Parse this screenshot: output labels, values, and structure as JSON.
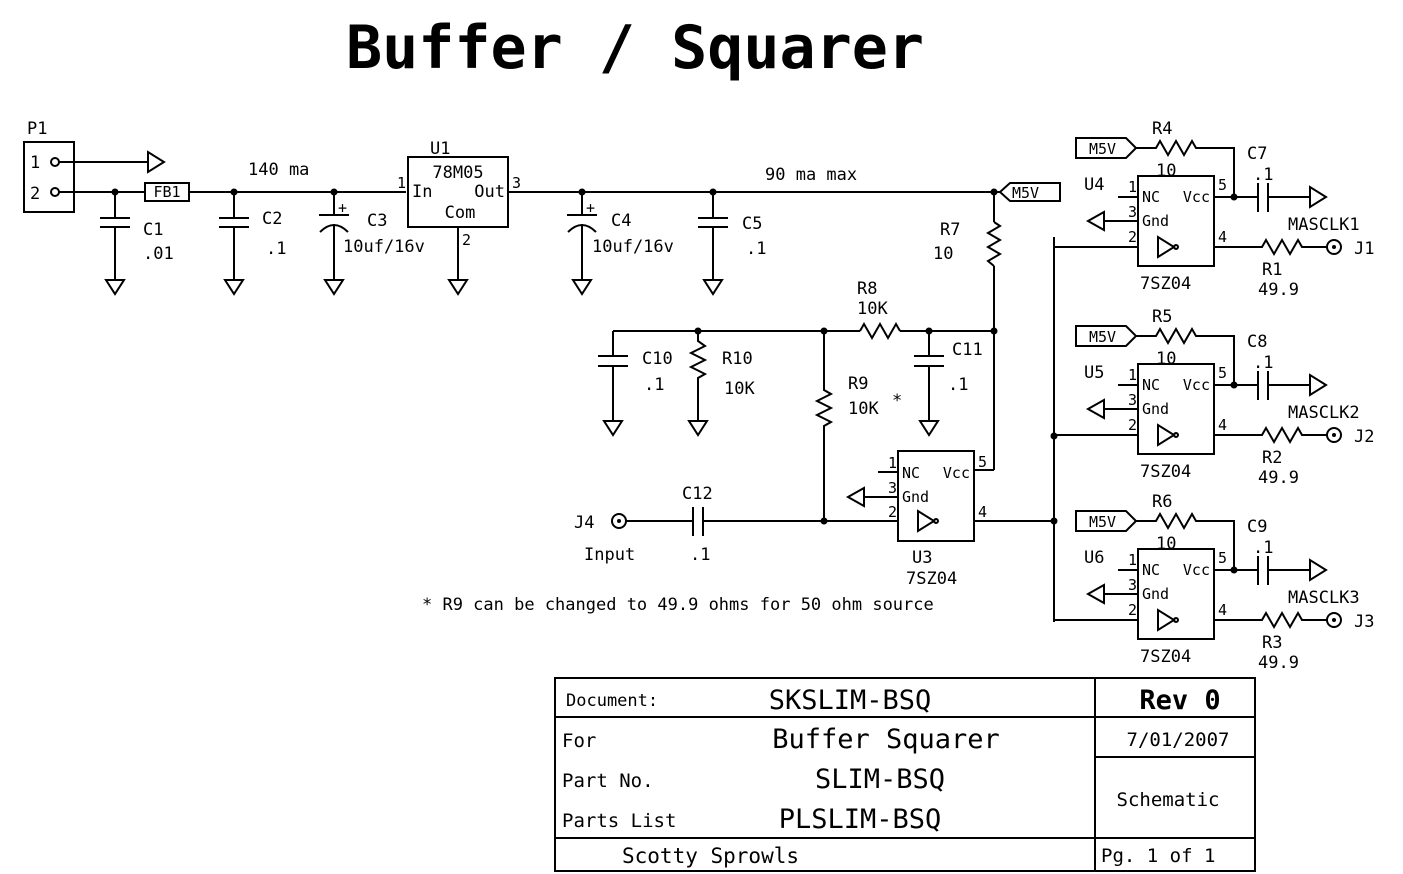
{
  "title": "Buffer / Squarer",
  "colors": {
    "ink": "#000000",
    "paper": "#ffffff"
  },
  "labels": {
    "p1": "P1",
    "p1_pin1": "1",
    "p1_pin2": "2",
    "fb1": "FB1",
    "current_in": "140 ma",
    "current_out": "90 ma max",
    "c1": "C1",
    "c1_val": ".01",
    "c2": "C2",
    "c2_val": ".1",
    "c3": "C3",
    "c3_val": "10uf/16v",
    "u1": "U1",
    "u1_part": "78M05",
    "u1_in": "In",
    "u1_out": "Out",
    "u1_com": "Com",
    "u1_pin1": "1",
    "u1_pin2": "2",
    "u1_pin3": "3",
    "c4": "C4",
    "c4_val": "10uf/16v",
    "c5": "C5",
    "c5_val": ".1",
    "m5v": "M5V",
    "r7": "R7",
    "r7_val": "10",
    "r8": "R8",
    "r8_val": "10K",
    "c10": "C10",
    "c10_val": ".1",
    "r10": "R10",
    "r10_val": "10K",
    "r9": "R9",
    "r9_val": "10K",
    "asterisk": "*",
    "c11": "C11",
    "c11_val": ".1",
    "j4": "J4",
    "j4_name": "Input",
    "c12": "C12",
    "c12_val": ".1",
    "u3": "U3",
    "u3_part": "7SZ04",
    "note": "* R9 can be changed to 49.9 ohms for 50 ohm source",
    "pin_nc": "NC",
    "pin_vcc": "Vcc",
    "pin_gnd": "Gnd",
    "pin1": "1",
    "pin2": "2",
    "pin3": "3",
    "pin4": "4",
    "pin5": "5",
    "plus": "+"
  },
  "output_stages": [
    {
      "u": "U4",
      "part": "7SZ04",
      "r_top": "R4",
      "r_top_val": "10",
      "c": "C7",
      "c_val": ".1",
      "r_out": "R1",
      "r_out_val": "49.9",
      "signal": "MASCLK1",
      "jack": "J1"
    },
    {
      "u": "U5",
      "part": "7SZ04",
      "r_top": "R5",
      "r_top_val": "10",
      "c": "C8",
      "c_val": ".1",
      "r_out": "R2",
      "r_out_val": "49.9",
      "signal": "MASCLK2",
      "jack": "J2"
    },
    {
      "u": "U6",
      "part": "7SZ04",
      "r_top": "R6",
      "r_top_val": "10",
      "c": "C9",
      "c_val": ".1",
      "r_out": "R3",
      "r_out_val": "49.9",
      "signal": "MASCLK3",
      "jack": "J3"
    }
  ],
  "title_block": {
    "document_label": "Document:",
    "document_value": "SKSLIM-BSQ",
    "rev": "Rev 0",
    "for_label": "For",
    "for_value": "Buffer Squarer",
    "date": "7/01/2007",
    "part_label": "Part No.",
    "part_value": "SLIM-BSQ",
    "kind": "Schematic",
    "parts_label": "Parts List",
    "parts_value": "PLSLIM-BSQ",
    "author": "Scotty Sprowls",
    "page": "Pg. 1 of 1"
  }
}
